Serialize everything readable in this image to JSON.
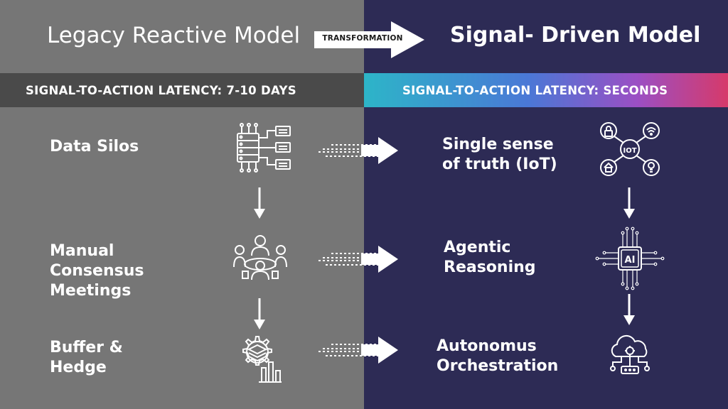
{
  "left": {
    "title": "Legacy Reactive Model",
    "latency": "SIGNAL-TO-ACTION LATENCY: 7-10 DAYS",
    "steps": [
      {
        "line1": "Data Silos",
        "line2": "",
        "line3": "",
        "icon": "data-silos-icon"
      },
      {
        "line1": "Manual",
        "line2": "Consensus",
        "line3": "Meetings",
        "icon": "meeting-icon"
      },
      {
        "line1": "Buffer &",
        "line2": "Hedge",
        "line3": "",
        "icon": "gear-stack-icon"
      }
    ]
  },
  "transformation_label": "TRANSFORMATION",
  "right": {
    "title": "Signal- Driven Model",
    "latency": "SIGNAL-TO-ACTION LATENCY: SECONDS",
    "steps": [
      {
        "line1": "Single sense",
        "line2": "of truth (IoT)",
        "icon": "iot-network-icon",
        "icon_text": "IOT"
      },
      {
        "line1": "Agentic",
        "line2": "Reasoning",
        "icon": "ai-chip-icon",
        "icon_text": "AI"
      },
      {
        "line1": "Autonomus",
        "line2": "Orchestration",
        "icon": "cloud-network-icon",
        "icon_text": ""
      }
    ]
  },
  "colors": {
    "left_bg": "#767676",
    "right_bg": "#2d2b55",
    "left_band": "#4a4a4a",
    "right_band_gradient": [
      "#2db5c8",
      "#4a78d6",
      "#9b4fc4",
      "#d63a6a"
    ]
  }
}
